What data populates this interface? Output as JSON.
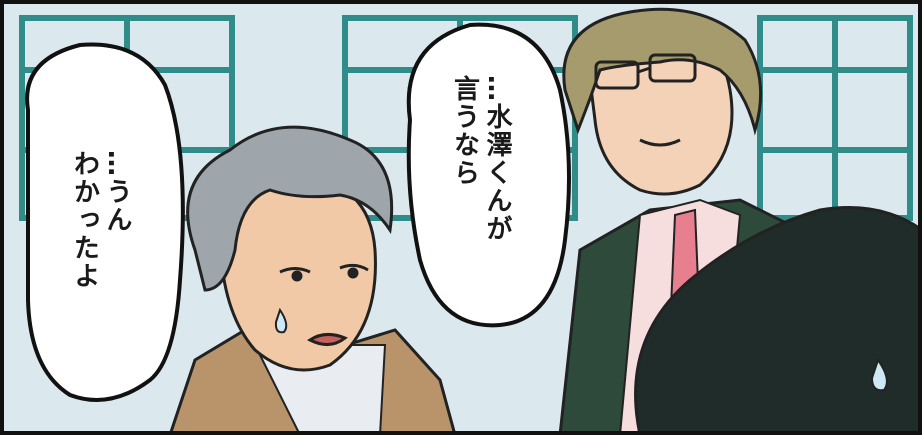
{
  "bubbles": {
    "left": {
      "lines": [
        "…うん",
        "わかったよ"
      ]
    },
    "center": {
      "lines": [
        "…水澤くんが",
        "言うなら"
      ]
    }
  },
  "colors": {
    "sky": "#dbe9ef",
    "window_frame": "#2f8c88",
    "suit": "#2e4a3a",
    "shirt": "#f6dede",
    "tie": "#e77f8f",
    "hair_young": "#a59b6c",
    "hair_old": "#9ea6ab",
    "jacket_old": "#b9946a"
  },
  "icons": [
    "sweat-drop-icon",
    "sweat-drop-icon"
  ]
}
